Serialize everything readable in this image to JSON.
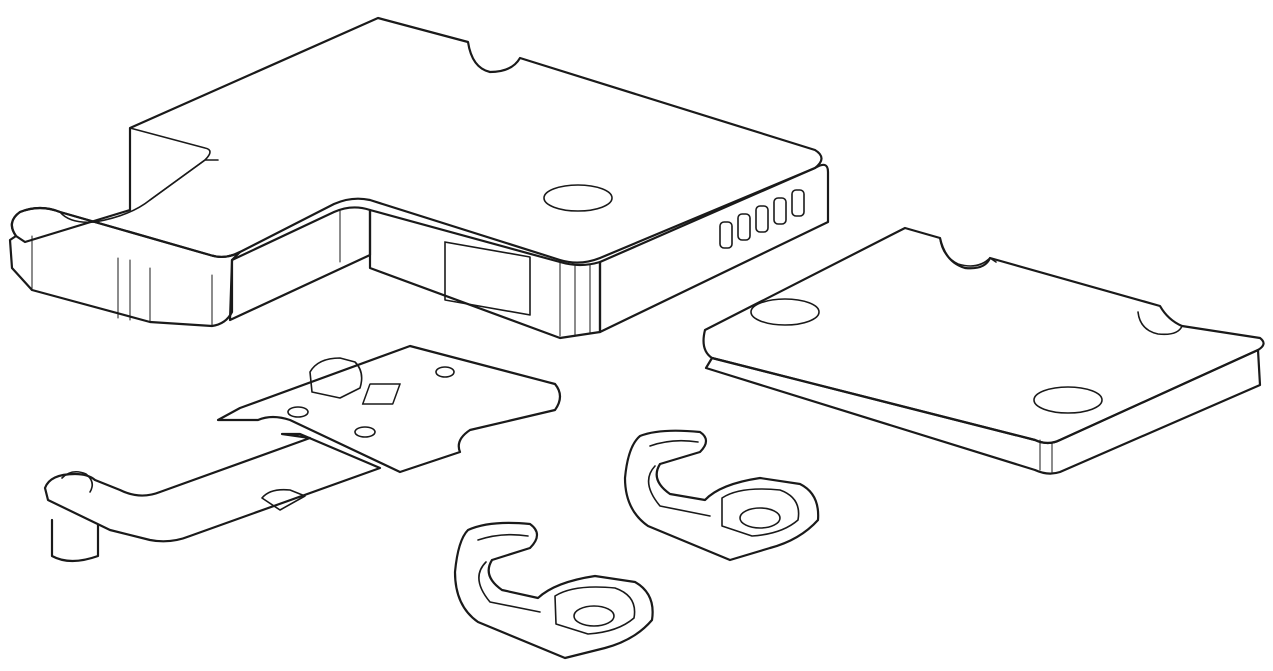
{
  "figure": {
    "background": "#ffffff",
    "line_color": "#1a1a1a",
    "fill_color": "#ffffff",
    "shade_color": "#f2f2f2",
    "parts": [
      {
        "name": "housing-body",
        "description_visible": false
      },
      {
        "name": "cover-plate",
        "description_visible": false
      },
      {
        "name": "clip-bracket",
        "description_visible": false
      },
      {
        "name": "clip-insert-a",
        "description_visible": false
      },
      {
        "name": "clip-insert-b",
        "description_visible": false
      }
    ]
  }
}
